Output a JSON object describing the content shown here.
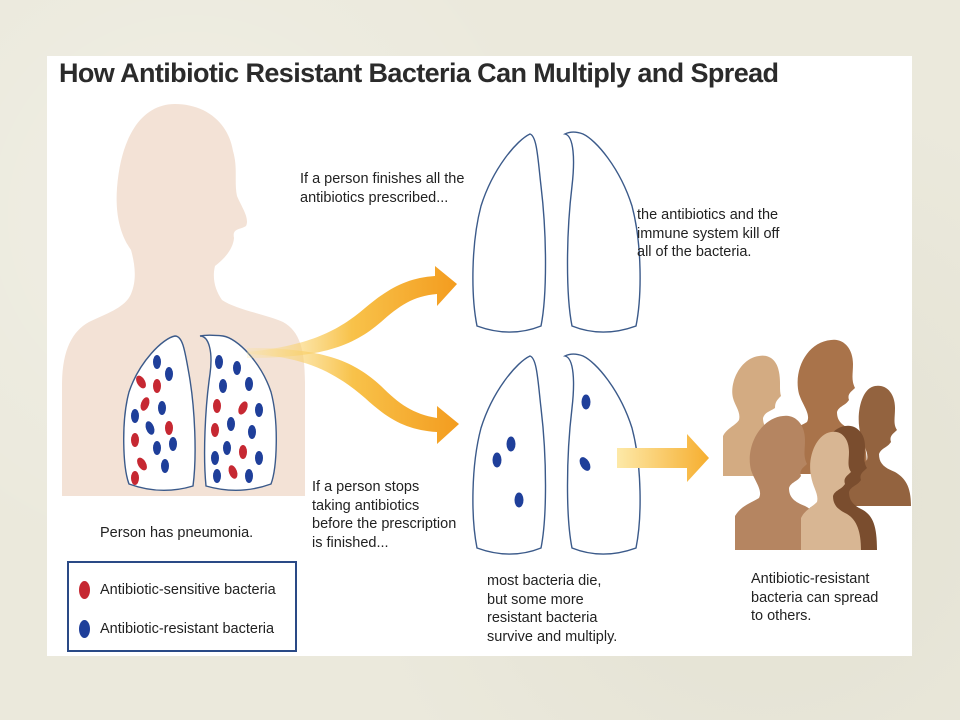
{
  "title": "How Antibiotic Resistant Bacteria Can Multiply and Spread",
  "captions": {
    "patient": "Person has pneumonia.",
    "finishes": [
      "If a person finishes all the",
      "antibiotics prescribed..."
    ],
    "killed": [
      "the antibiotics and the",
      "immune system kill off",
      "all of the bacteria."
    ],
    "stops": [
      "If a person stops",
      "taking antibiotics",
      "before the prescription",
      "is finished..."
    ],
    "survive": [
      "most bacteria die,",
      "but some more",
      "resistant bacteria",
      "survive and multiply."
    ],
    "spread": [
      "Antibiotic-resistant",
      "bacteria can spread",
      "to others."
    ]
  },
  "legend": [
    {
      "label": "Antibiotic-sensitive bacteria",
      "color": "#c62832"
    },
    {
      "label": "Antibiotic-resistant bacteria",
      "color": "#1f3f9a"
    }
  ],
  "colors": {
    "skin": "#f3e2d6",
    "arrow": "#f5a623",
    "resistant": "#1f3f9a",
    "sensitive": "#c62832",
    "lung_outline": "#3b5a8a"
  },
  "icons": [
    "person-silhouette-icon",
    "lungs-icon",
    "arrow-icon",
    "crowd-icon"
  ]
}
